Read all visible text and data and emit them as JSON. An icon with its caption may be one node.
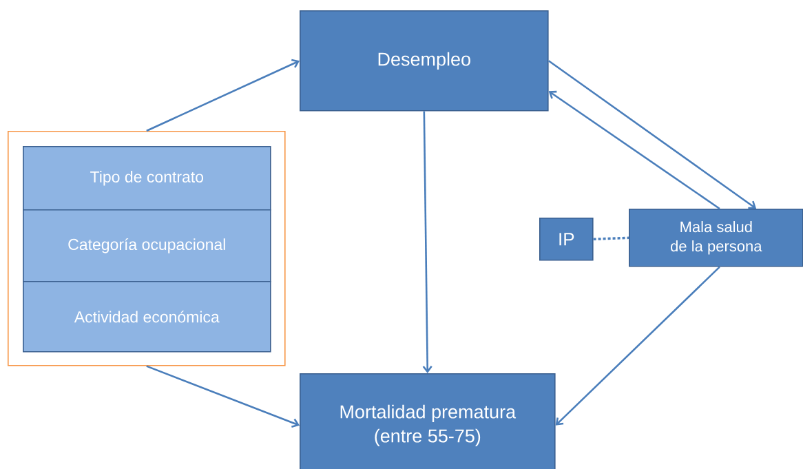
{
  "diagram": {
    "nodes": [
      {
        "text": [
          "Desempleo"
        ]
      },
      {
        "text": [],
        "shape": "box"
      },
      {
        "text": [
          "Tipo de contrato"
        ],
        "in": 1
      },
      {
        "text": [
          "Categoría ocupacional"
        ],
        "in": 1
      },
      {
        "text": [
          "Actividad económica"
        ],
        "in": 1
      },
      {
        "text": [
          "IP"
        ]
      },
      {
        "text": [
          "Mala salud de la persona"
        ]
      },
      {
        "text": [
          "Mortalidad prematura (entre 55-75)"
        ]
      }
    ],
    "edges": [
      {
        "from": 1,
        "to": 0,
        "arrow": "to"
      },
      {
        "from": 1,
        "to": 7,
        "arrow": "to"
      },
      {
        "from": 0,
        "to": 7,
        "arrow": "to"
      },
      {
        "from": 0,
        "to": 6,
        "arrow": "to"
      },
      {
        "from": 6,
        "to": 0,
        "arrow": "to"
      },
      {
        "from": 6,
        "to": 7,
        "arrow": "to"
      },
      {
        "from": 5,
        "to": 6,
        "arrow": "none",
        "style": "dashed"
      }
    ]
  }
}
